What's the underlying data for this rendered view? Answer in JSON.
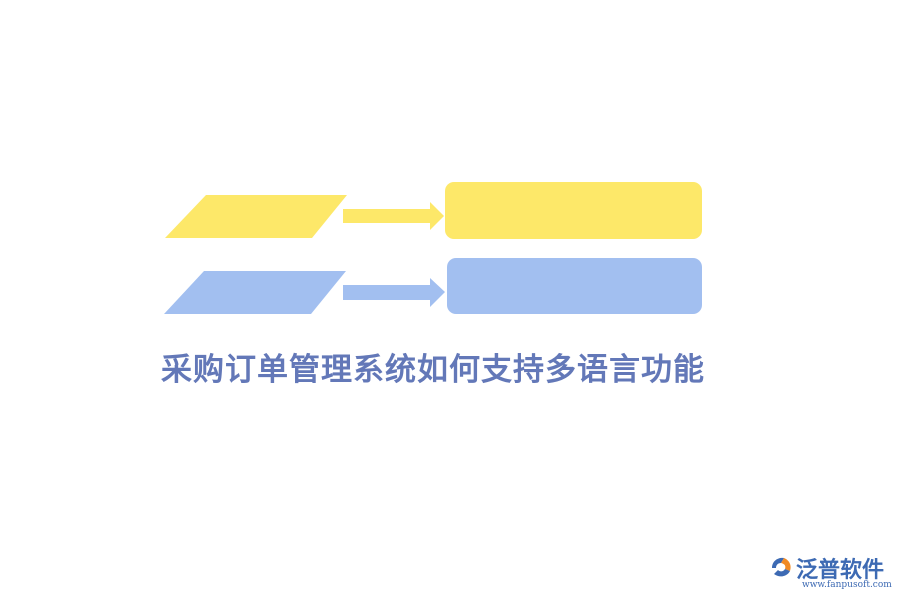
{
  "title": "采购订单管理系统如何支持多语言功能",
  "diagram": {
    "colors": {
      "row1": "#fde869",
      "row2": "#a2bff0",
      "title": "#6378b8",
      "logo": "#3d6ab3",
      "logo_accent": "#f08a24"
    }
  },
  "logo": {
    "icon": "fanpu-logo-icon",
    "name": "泛普软件",
    "url": "www.fanpusoft.com"
  }
}
